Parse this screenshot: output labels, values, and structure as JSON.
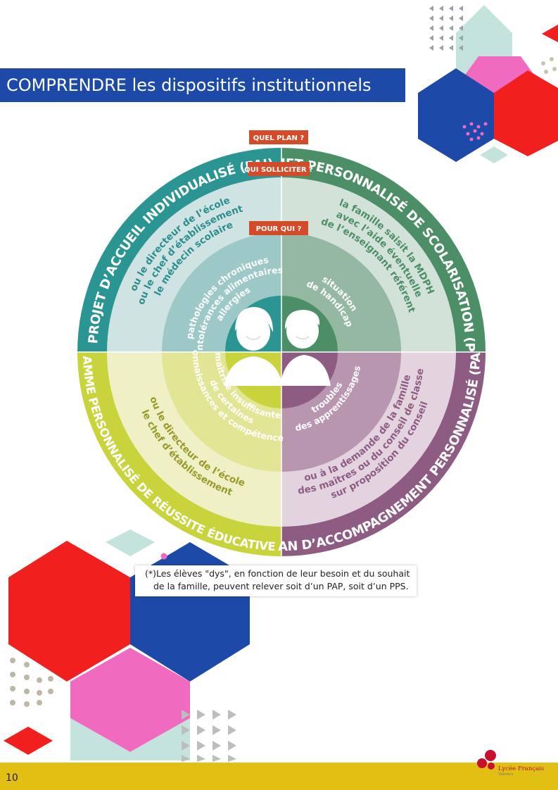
{
  "header": {
    "title": "COMPRENDRE les dispositifs institutionnels"
  },
  "diagram": {
    "tags": {
      "which_plan": "QUEL PLAN ?",
      "who_to_ask": "QUI SOLLICITER ?",
      "for_whom": "POUR QUI ?"
    },
    "plans": {
      "pai": "PROJET D’ACCUEIL INDIVIDUALISÉ (PAI)",
      "pps": "PROJET PERSONNALISÉ DE SCOLARISATION (PPS)*",
      "pap": "PLAN D’ACCOMPAGNEMENT PERSONNALISÉ (PAP)*",
      "ppre": "PROGRAMME PERSONNALISÉ DE RÉUSSITE ÉDUCATIVE (PPRE)"
    },
    "who": {
      "pai": [
        "le médecin scolaire",
        "ou le chef d’établissement",
        "ou le directeur de l’école"
      ],
      "pps": [
        "la famille saisit la MDPH",
        "avec l’aide éventuelle",
        "de l’enseignant référent"
      ],
      "pap": [
        "sur proposition du conseil",
        "des maîtres ou du conseil de classe",
        "ou à la demande de la famille"
      ],
      "ppre": [
        "le chef d’établissement",
        "ou le directeur de l’école"
      ]
    },
    "for_whom": {
      "pai": [
        "pathologies chroniques",
        "intolérances alimentaires",
        "allergies"
      ],
      "pps": [
        "situation",
        "de handicap"
      ],
      "pap": [
        "troubles",
        "des apprentissages"
      ],
      "ppre": [
        "maîtrise insuffisante",
        "de certaines",
        "connaissances et compétences"
      ]
    },
    "colors": {
      "teal": "#2a9593",
      "green": "#4c8f67",
      "purple": "#8e5c82",
      "lime": "#c9d33b",
      "tag_red": "#d44b2a"
    }
  },
  "footnote": {
    "line1": "(*)Les élèves \"dys\", en fonction de leur besoin et du souhait",
    "line2": "de la famille, peuvent relever soit d’un PAP, soit d’un PPS."
  },
  "footer": {
    "page_number": "10",
    "logo_name": "Lycée Français",
    "logo_sub": "Valence"
  }
}
